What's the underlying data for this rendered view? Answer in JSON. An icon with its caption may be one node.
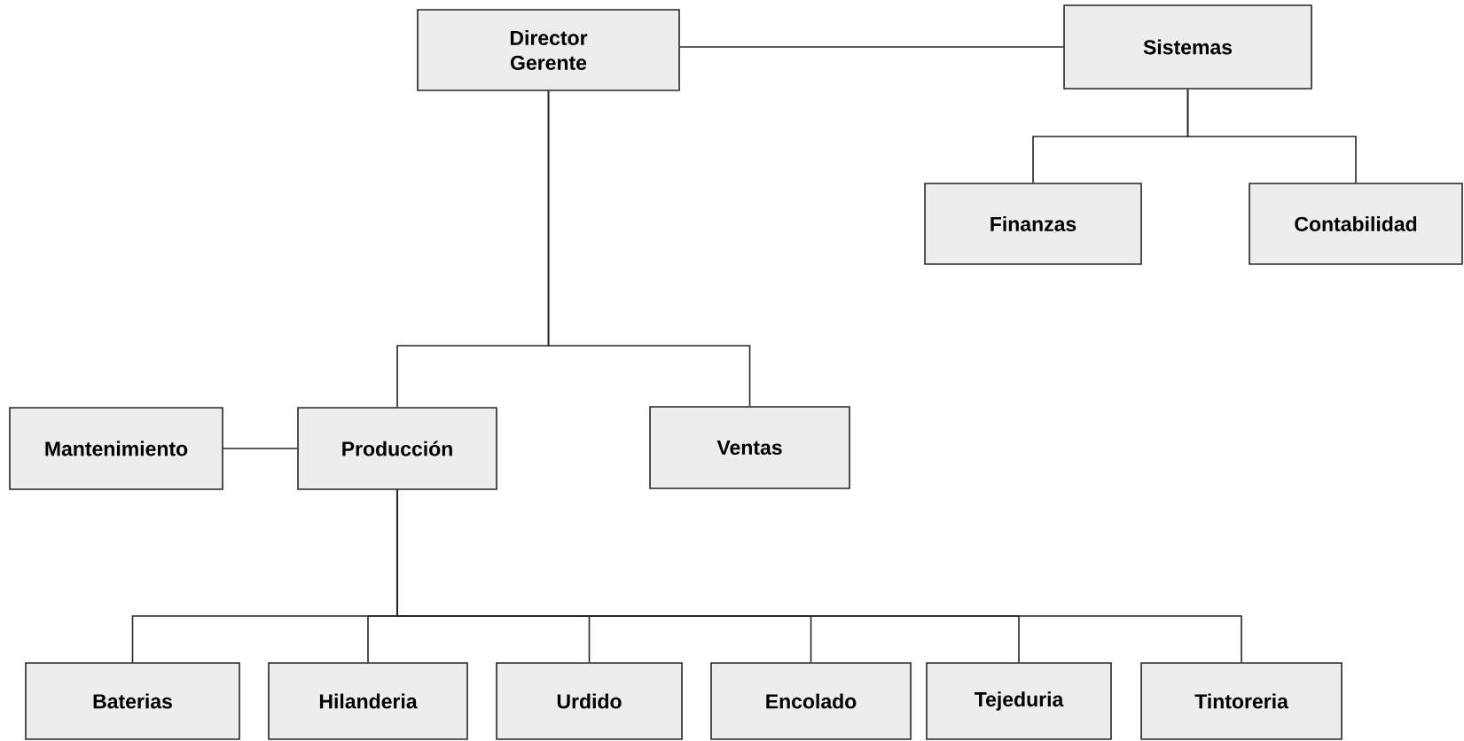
{
  "diagram": {
    "nodes": [
      {
        "text": [
          "Director Gerente"
        ]
      },
      {
        "text": [
          "Sistemas"
        ]
      },
      {
        "text": [
          "Finanzas"
        ]
      },
      {
        "text": [
          "Contabilidad"
        ]
      },
      {
        "text": [
          "Mantenimiento"
        ]
      },
      {
        "text": [
          "Producción"
        ]
      },
      {
        "text": [
          "Ventas"
        ]
      },
      {
        "text": [
          "Baterias"
        ]
      },
      {
        "text": [
          "Hilanderia"
        ]
      },
      {
        "text": [
          "Urdido"
        ]
      },
      {
        "text": [
          "Encolado"
        ]
      },
      {
        "text": [
          "Tejeduria"
        ]
      },
      {
        "text": [
          "Tintoreria"
        ]
      }
    ],
    "edges": [
      {
        "from": 0,
        "to": 1,
        "arrow": "none"
      },
      {
        "from": 1,
        "to": 2,
        "arrow": "none"
      },
      {
        "from": 1,
        "to": 3,
        "arrow": "none"
      },
      {
        "from": 0,
        "to": 5,
        "arrow": "none"
      },
      {
        "from": 0,
        "to": 6,
        "arrow": "none"
      },
      {
        "from": 4,
        "to": 5,
        "arrow": "none"
      },
      {
        "from": 5,
        "to": 7,
        "arrow": "none"
      },
      {
        "from": 5,
        "to": 8,
        "arrow": "none"
      },
      {
        "from": 5,
        "to": 9,
        "arrow": "none"
      },
      {
        "from": 5,
        "to": 10,
        "arrow": "none"
      },
      {
        "from": 5,
        "to": 11,
        "arrow": "none"
      },
      {
        "from": 5,
        "to": 12,
        "arrow": "none"
      }
    ]
  }
}
